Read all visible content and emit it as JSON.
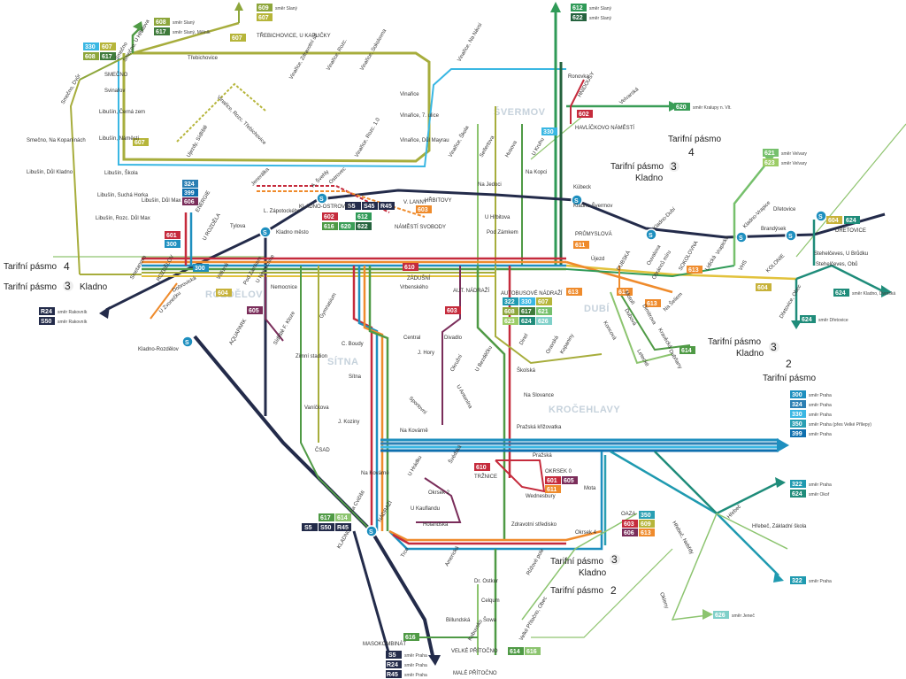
{
  "areas": [
    "ŠVERMOV",
    "ROZDĚLOV",
    "DUBÍ",
    "SÍTNA",
    "KROČEHLAVY"
  ],
  "zones": [
    {
      "label": "Tarifní pásmo",
      "num": "4",
      "sub": ""
    },
    {
      "label": "Tarifní pásmo",
      "num": "3",
      "sub": "Kladno"
    },
    {
      "label": "Tarifní pásmo",
      "num": "4",
      "sub": ""
    },
    {
      "label": "Tarifní pásmo",
      "num": "3",
      "sub": "Kladno"
    },
    {
      "label": "Tarifní pásmo",
      "num": "3",
      "sub": "Kladno"
    },
    {
      "label": "Tarifní pásmo",
      "num": "2",
      "sub": ""
    },
    {
      "label": "Tarifní pásmo",
      "num": "3",
      "sub": "Kladno"
    },
    {
      "label": "Tarifní pásmo",
      "num": "2",
      "sub": ""
    }
  ],
  "stops": [
    "Smečno",
    "Smečno, U Hřbitova",
    "Smečno, Dvůr",
    "SMEČNO",
    "Svinařov",
    "Libušín, Černá zem",
    "Libušín, Náměstí",
    "Smečno, Na Kopanínách",
    "Libušín, Důl Kladno",
    "Libušín, Škola",
    "Libušín, Suchá Horka",
    "Libušín, Rozc. Důl Max",
    "Libušín, Důl Max",
    "Třebichovice",
    "TŘEBICHOVICE, U KAPLIČKY",
    "Vinařice, Rozc. Třebichovice",
    "Vinařice, Zdravotní stř.",
    "Vinařice, Rozc.",
    "Vinařice, Sokolovna",
    "Vinařice",
    "Vinařice, 7. ulice",
    "Vinařice, Důl Mayrau",
    "Vinařice, Rozc. 1.0",
    "Ujezdy, Sídliště",
    "Vinařice, Na Návsi",
    "Vinařice, Škola",
    "Seifertova",
    "Husova",
    "U Kruhu",
    "Ronovka",
    "HNIDOUSY",
    "Velvarská",
    "HAVLÍČKOVO NÁMĚSTÍ",
    "Kübeck",
    "Kladno-Švermov",
    "Kladno-Dubí",
    "Kladno-Vrapice",
    "Dřetovice",
    "Brandýsek",
    "DŘETOVICE",
    "Stehelčeves, U Brůdku",
    "Stehelčeves, Obů",
    "Dřetovice, Obec",
    "KOLONIE",
    "Vrapická",
    "VHS",
    "Lidická",
    "SOKOLOVNA",
    "Obránců míru",
    "Újezd",
    "DUBSKÁ",
    "Ouvalova",
    "Na Kopci",
    "Na Jedoci",
    "HŘBITOVY",
    "U Hřbitova",
    "V. LANNY",
    "Pod Zámkem",
    "PRŮMYSLOVÁ",
    "NÁMĚSTÍ SVOBODY",
    "ZÁDUŠNÍ",
    "AUT. NÁDRAŽÍ",
    "AUTOBUSOVÉ NÁDRAŽÍ",
    "Vrbenského",
    "Gymnasium",
    "Ostrovec",
    "Jenerálka",
    "A. Švehly",
    "KLADNO-OSTROVEC",
    "L. Zápotockého",
    "Kladno město",
    "Tylova",
    "U ROZDĚLA",
    "ENERGIE",
    "U Nemocnice",
    "Nemocnice",
    "Vítězná",
    "Pod Zámkem",
    "Smetanova",
    "ROZDĚLOV",
    "Dobrovická",
    "U Zvonečku",
    "Kladno-Rozdělov",
    "AQUAPARK",
    "Sídliště F. Kloze",
    "C. Boudy",
    "Zimní stadion",
    "Central",
    "Divadlo",
    "J. Hory",
    "Okružní",
    "U Bezděčku",
    "Školská",
    "Na Slovance",
    "Pražská křižovatka",
    "Pražská",
    "Sítna",
    "Vaníčkova",
    "J. Koziny",
    "Na Kovárně",
    "ČSAD",
    "Na Kovárně",
    "U Hrádku",
    "Švédská",
    "Sportovní",
    "U Antonína",
    "Okrsek 2",
    "U Kauflandu",
    "Holandská",
    "TRŽNICE",
    "OKRSEK 0",
    "Wednesbury",
    "Mota",
    "Zdravotní středisko",
    "Okrsek 4",
    "OAZA",
    "Na Cvičišti",
    "KLADNO",
    "NÁDRAŽÍ",
    "Trco",
    "Americká",
    "Růžové pole",
    "Dr. Ostkur",
    "Celqum",
    "Billundská",
    "Šowa",
    "Kobuvsko",
    "Velké Přítočno, Obec",
    "VELKÉ PŘÍTOČNO",
    "MALÉ PŘÍTOČNO",
    "MASOKOMBINÁT",
    "Hřebeč",
    "Hřebeč, Základní škola",
    "Hřebeč, Nebřdy",
    "Okleny",
    "Dubová",
    "Dubňany",
    "Letecké",
    "Dimitrova",
    "Na Šeliem",
    "Kravěcká",
    "Koncová",
    "Motoři",
    "Oravská",
    "Dinel",
    "Kopaniny"
  ],
  "route_labels": [
    {
      "num": "608",
      "color": "#8da63b",
      "dest": "směr Slaný"
    },
    {
      "num": "609",
      "color": "#8da63b",
      "dest": "směr Slaný"
    },
    {
      "num": "607",
      "color": "#b6b53a",
      "dest": ""
    },
    {
      "num": "617",
      "color": "#3f7b3b",
      "dest": "směr Slaný, Mělník"
    },
    {
      "num": "612",
      "color": "#2f9a57",
      "dest": "směr Slaný"
    },
    {
      "num": "622",
      "color": "#25633e",
      "dest": "směr Slaný"
    },
    {
      "num": "620",
      "color": "#3a9d57",
      "dest": "směr Kralupy n. Vlt."
    },
    {
      "num": "621",
      "color": "#76c06c",
      "dest": "směr Velvary"
    },
    {
      "num": "623",
      "color": "#9ccc66",
      "dest": "směr Velvary"
    },
    {
      "num": "604",
      "color": "#c7b23a",
      "dest": ""
    },
    {
      "num": "624",
      "color": "#1f8c7a",
      "dest": ""
    },
    {
      "num": "624",
      "color": "#1f8c7a",
      "dest": "směr Kladno, Dvorská"
    },
    {
      "num": "624",
      "color": "#1f8c7a",
      "dest": "směr Dřetovice"
    },
    {
      "num": "R24",
      "color": "#232b4a",
      "dest": "směr Rakovník"
    },
    {
      "num": "S50",
      "color": "#232b4a",
      "dest": "směr Rakovník"
    },
    {
      "num": "300",
      "color": "#1e8fbf",
      "dest": "směr Praha"
    },
    {
      "num": "324",
      "color": "#2b7fb3",
      "dest": "směr Praha"
    },
    {
      "num": "330",
      "color": "#3ab7e3",
      "dest": "směr Praha"
    },
    {
      "num": "350",
      "color": "#2a9fb3",
      "dest": "směr Praha (přes Velké Přílepy)"
    },
    {
      "num": "399",
      "color": "#0e6fae",
      "dest": "směr Praha"
    },
    {
      "num": "322",
      "color": "#1f9ab0",
      "dest": "směr Praha"
    },
    {
      "num": "624",
      "color": "#1f8c7a",
      "dest": "směr Okoř"
    },
    {
      "num": "322",
      "color": "#1f9ab0",
      "dest": "směr Praha"
    },
    {
      "num": "626",
      "color": "#7fd0c9",
      "dest": "směr Jeneč"
    },
    {
      "num": "S5",
      "color": "#232b4a",
      "dest": "směr Praha"
    },
    {
      "num": "R24",
      "color": "#232b4a",
      "dest": "směr Praha"
    },
    {
      "num": "R45",
      "color": "#232b4a",
      "dest": "směr Praha"
    }
  ],
  "badges": [
    "330",
    "607",
    "608",
    "617",
    "607",
    "602",
    "330",
    "602",
    "603",
    "612",
    "616",
    "620",
    "622",
    "324",
    "399",
    "606",
    "601",
    "300",
    "300",
    "604",
    "610",
    "605",
    "603",
    "601",
    "605",
    "611",
    "610",
    "604",
    "613",
    "613",
    "613",
    "613",
    "611",
    "322",
    "330",
    "607",
    "608",
    "617",
    "621",
    "623",
    "624",
    "626",
    "614",
    "350",
    "603",
    "609",
    "606",
    "613",
    "617",
    "614",
    "S5",
    "S50",
    "R45",
    "616",
    "614",
    "616",
    "S5",
    "S45",
    "R45",
    "603",
    "607"
  ],
  "colors": {
    "train": "#232b4a",
    "red": "#c52b3c",
    "orange": "#ef8b2c",
    "olive": "#a7ad3c",
    "green": "#4f9a45",
    "lightgreen": "#8cc46f",
    "teal": "#1f8c7a",
    "blue": "#1e8fbf",
    "lightblue": "#3ab7e3",
    "yellow": "#e2c23c",
    "purple": "#7a2d5a"
  }
}
